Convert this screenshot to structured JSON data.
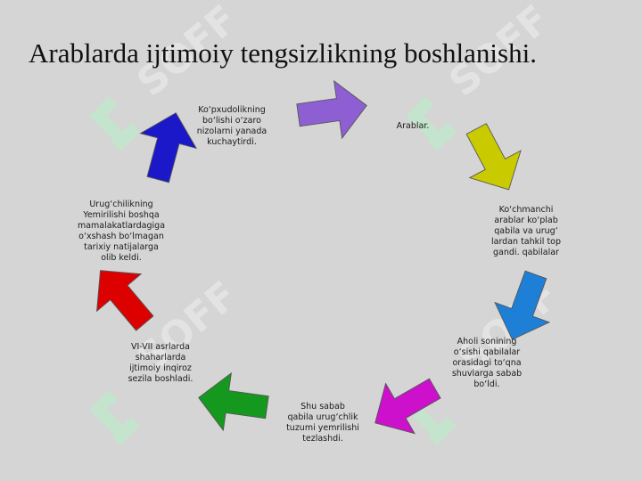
{
  "slide": {
    "title": "Arablarda ijtimoiy tengsizlikning boshlanishi.",
    "watermark_text": "SOFF"
  },
  "cycle": {
    "items": [
      {
        "label": "Arablar.",
        "color": "#8e5fd2"
      },
      {
        "label": "Ko‘chmanchi\narablar ko‘plab\nqabila va urug‘\nlardan tahkil top\ngandi. qabilalar",
        "color": "#c9cb00"
      },
      {
        "label": "Aholi sonining\no‘sishi qabilalar\norasidagi to‘qna\nshuvlarga sabab\nbo‘ldi.",
        "color": "#1e7fd6"
      },
      {
        "label": "Shu sabab\nqabila urug‘chlik\ntuzumi yemrilishi\ntezlashdi.",
        "color": "#cc10cc"
      },
      {
        "label": "VI-VII asrlarda\nshaharlarda\nijtimoiy inqiroz\nsezila boshladi.",
        "color": "#14991e"
      },
      {
        "label": "Urug‘chilikning\nYemirilishi boshqa\nmamalakatlardagiga\no‘xshash bo‘lmagan\ntarixiy natijalarga\nolib keldi.",
        "color": "#dd0000"
      },
      {
        "label": "Ko‘pxudolikning\nbo‘lishi o‘zaro\nnizolarni yanada\nkuchaytirdi.",
        "color": "#1a18c8"
      }
    ]
  }
}
